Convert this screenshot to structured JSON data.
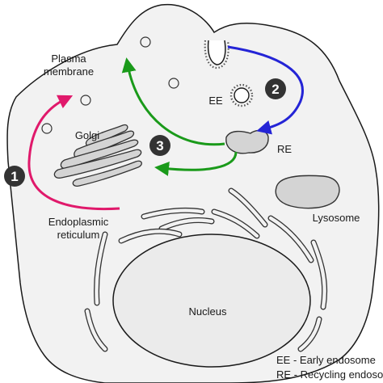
{
  "labels": {
    "plasma_membrane_line1": "Plasma",
    "plasma_membrane_line2": "membrane",
    "golgi": "Golgi",
    "er_line1": "Endoplasmic",
    "er_line2": "reticulum",
    "ee": "EE",
    "re": "RE",
    "lysosome": "Lysosome",
    "nucleus": "Nucleus"
  },
  "step_badges": [
    "1",
    "2",
    "3"
  ],
  "legend": {
    "line1": "EE - Early endosome",
    "line2": "RE - Recycling endosome"
  },
  "colors": {
    "arrow_step1": "#e0196b",
    "arrow_step2": "#2424d6",
    "arrow_step3": "#1a9a1a",
    "organelle_fill": "#d4d4d4",
    "cell_fill": "#f2f2f2",
    "badge_fill": "#333333"
  }
}
